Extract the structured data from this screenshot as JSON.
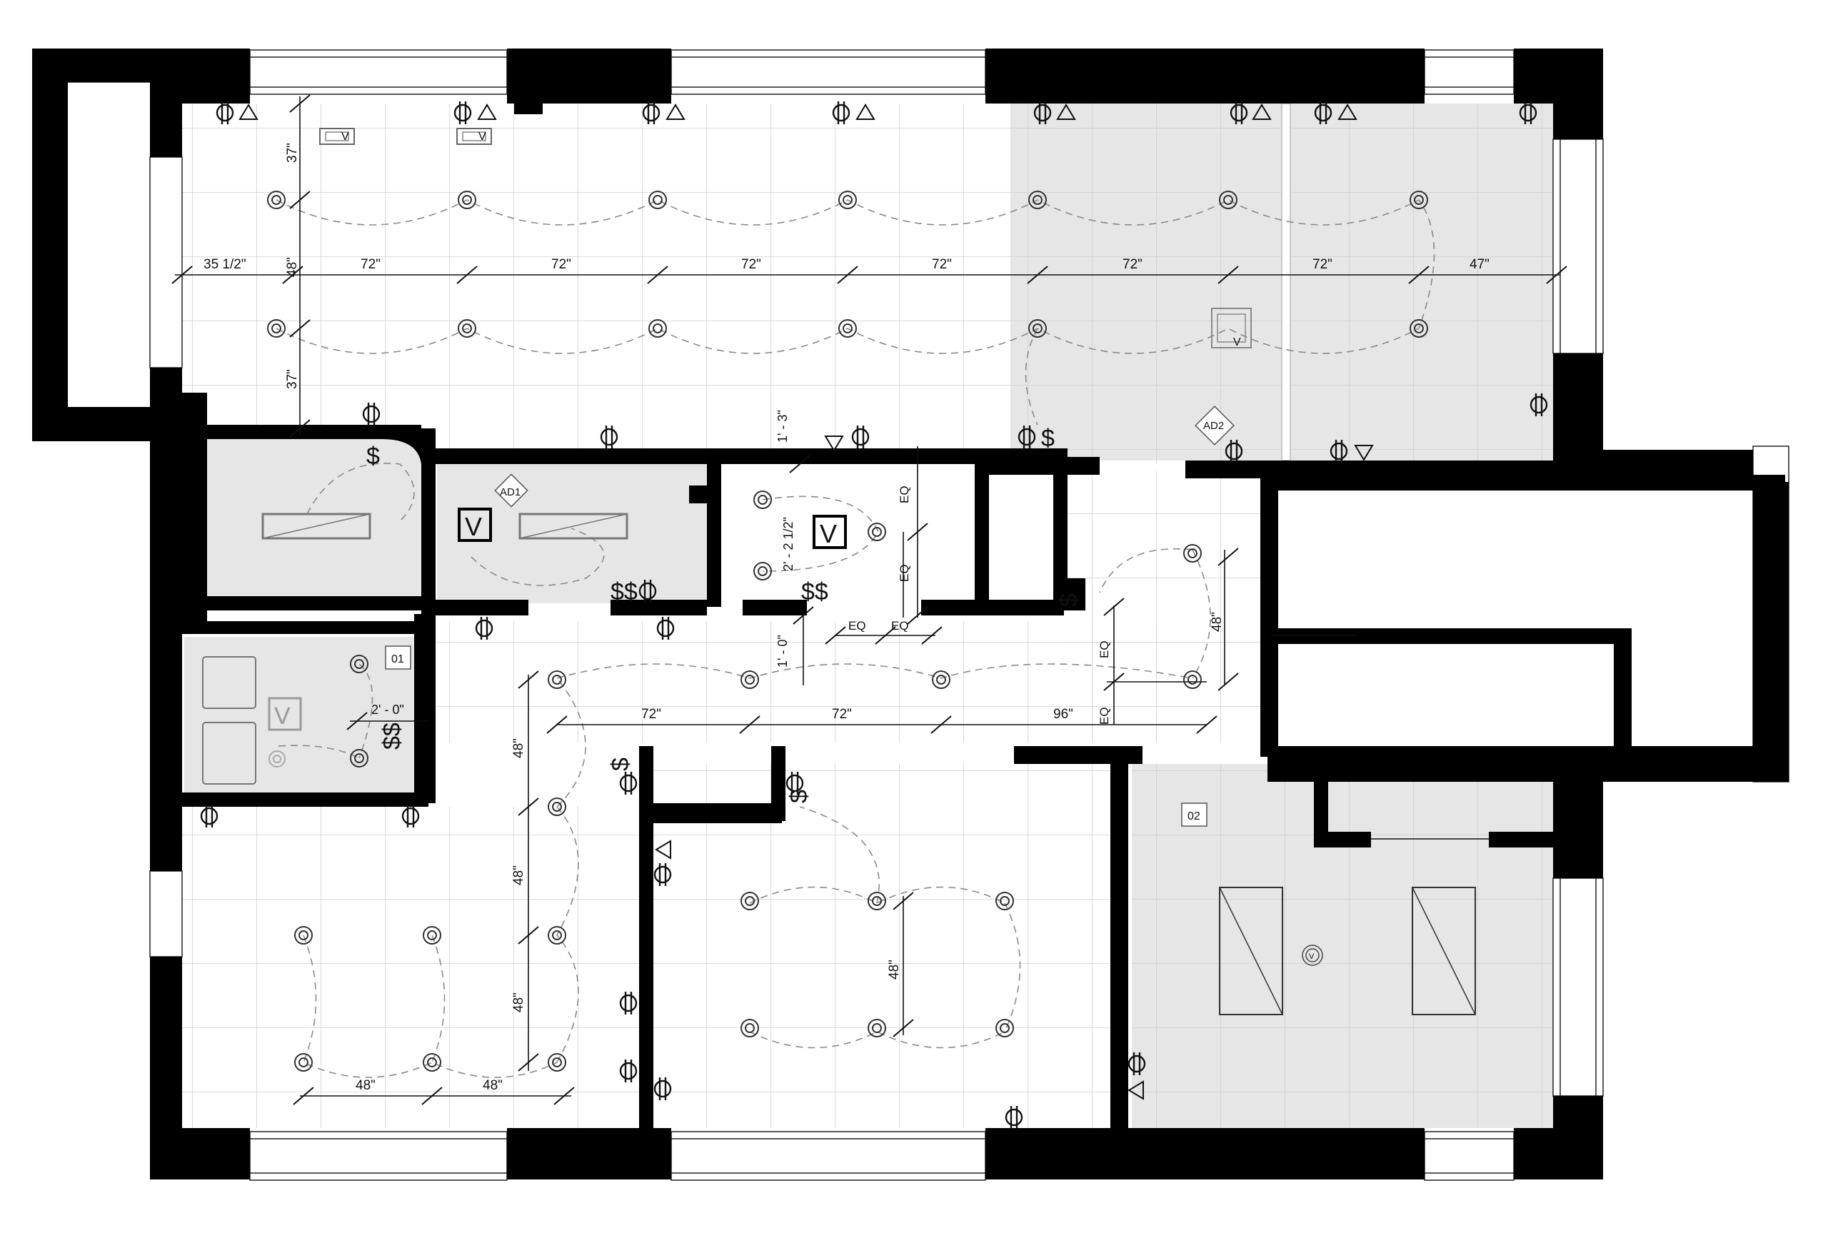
{
  "dimensions": {
    "left_offset": "35 1/2\"",
    "top_row_spacing": "72\"",
    "top_right_end": "47\"",
    "top_vertical_37": "37\"",
    "top_vertical_48": "48\"",
    "core_1_3": "1' - 3\"",
    "core_2_2half": "2' - 2 1/2\"",
    "core_1_0": "1' - 0\"",
    "eq": "EQ",
    "middle_72": "72\"",
    "middle_96": "96\"",
    "middle_48": "48\"",
    "left_2_0": "2' - 0\"",
    "lower_48": "48\""
  },
  "tags": {
    "ad1": "AD1",
    "ad2": "AD2",
    "room_01": "01",
    "room_02": "02",
    "vent_v": "V",
    "switch": "$",
    "switch_double": "$$"
  },
  "icons": {
    "recessed_light": "recessed-light-icon",
    "outlet": "duplex-outlet-icon",
    "data_jack": "data-triangle-icon",
    "vent": "exhaust-vent-icon",
    "switch": "light-switch-icon"
  },
  "colors": {
    "wall": "#000000",
    "shaded_zone": "#e6e6e6",
    "grid_line": "#c9c9c9",
    "dashed_circuit": "#8a8a8a",
    "background": "#ffffff"
  }
}
